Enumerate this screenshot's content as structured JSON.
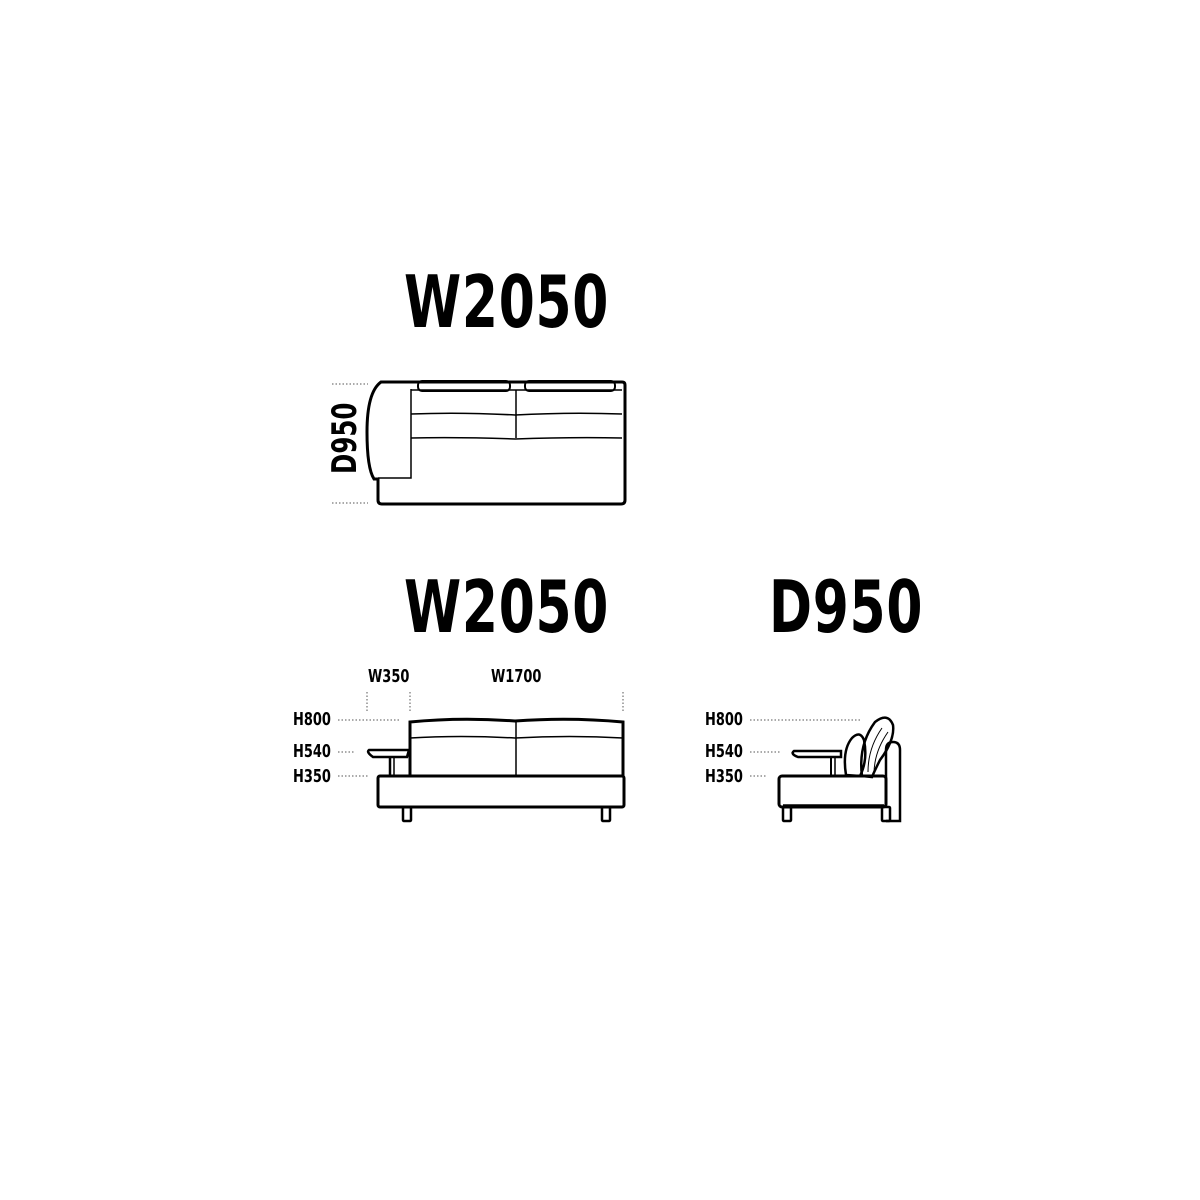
{
  "diagram": {
    "top_view": {
      "width_label": "W2050",
      "depth_label": "D950"
    },
    "front_view": {
      "width_label": "W2050",
      "arm_width_label": "W350",
      "seat_width_label": "W1700",
      "heights": [
        "H800",
        "H540",
        "H350"
      ]
    },
    "side_view": {
      "depth_label": "D950",
      "heights": [
        "H800",
        "H540",
        "H350"
      ]
    },
    "colors": {
      "line": "#000000",
      "background": "#ffffff",
      "dimension_line": "#555555"
    }
  }
}
